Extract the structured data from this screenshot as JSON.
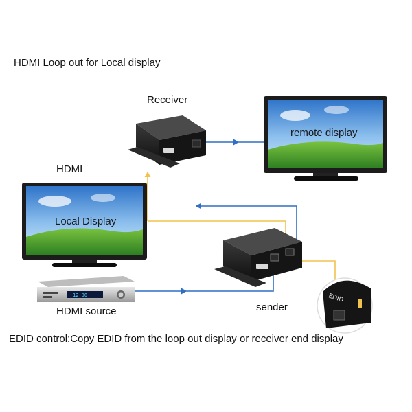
{
  "diagram": {
    "title": "HDMI Loop out for Local display",
    "footer": "EDID control:Copy EDID from the loop out display or receiver end display",
    "labels": {
      "receiver": "Receiver",
      "remote_display": "remote display",
      "hdmi": "HDMI",
      "local_display": "Local Display",
      "sender": "sender",
      "hdmi_source": "HDMI source"
    },
    "device_text": {
      "edid": "EDID",
      "dvd_time": "12:00"
    },
    "colors": {
      "signal_line": "#2f6fc4",
      "loop_line": "#f2c24f",
      "device_body": "#1b1b1b",
      "screen_sky": "#4a8fd8",
      "screen_grass": "#3f9b2f"
    }
  }
}
